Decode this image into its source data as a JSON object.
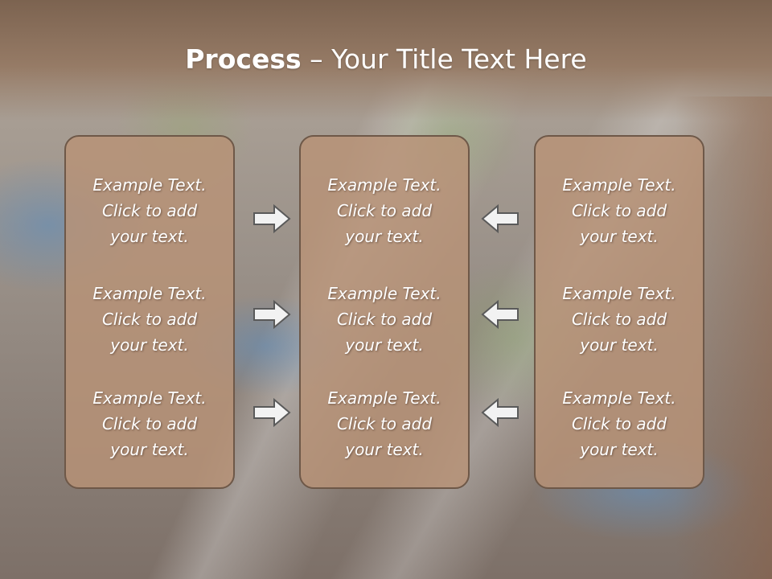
{
  "slide": {
    "title_bold": "Process",
    "title_rest": " – Your Title Text Here"
  },
  "columns": [
    {
      "items": [
        {
          "line1": "Example Text.",
          "line2": "Click  to add",
          "line3": "your text."
        },
        {
          "line1": "Example Text.",
          "line2": "Click  to add",
          "line3": "your text."
        },
        {
          "line1": "Example Text.",
          "line2": "Click  to add",
          "line3": "your text."
        }
      ]
    },
    {
      "items": [
        {
          "line1": "Example Text.",
          "line2": "Click  to add",
          "line3": "your text."
        },
        {
          "line1": "Example Text.",
          "line2": "Click  to add",
          "line3": "your text."
        },
        {
          "line1": "Example Text.",
          "line2": "Click  to add",
          "line3": "your text."
        }
      ]
    },
    {
      "items": [
        {
          "line1": "Example Text.",
          "line2": "Click  to add",
          "line3": "your text."
        },
        {
          "line1": "Example Text.",
          "line2": "Click  to add",
          "line3": "your text."
        },
        {
          "line1": "Example Text.",
          "line2": "Click  to add",
          "line3": "your text."
        }
      ]
    }
  ],
  "arrows": {
    "left_group": "arrow-right-icon",
    "right_group": "arrow-left-icon"
  },
  "colors": {
    "header": "#7c6350",
    "box_fill": "#b89276",
    "box_border": "#6e5848",
    "text": "#ffffff"
  }
}
